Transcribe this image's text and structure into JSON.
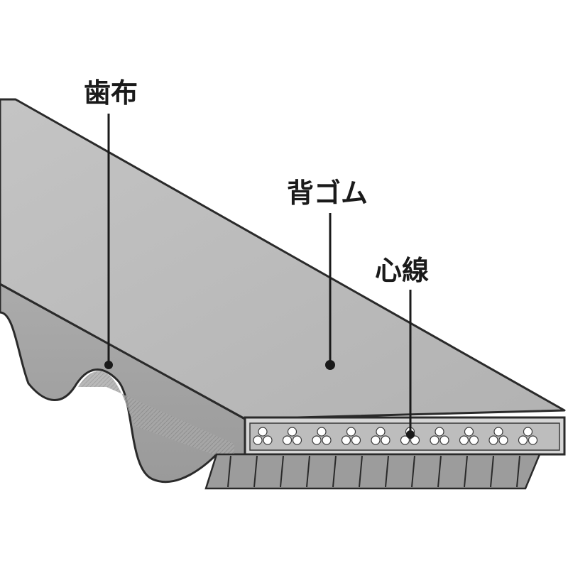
{
  "labels": {
    "tooth_cloth": "歯布",
    "back_rubber": "背ゴム",
    "core_wire": "心線"
  },
  "colors": {
    "belt_top": "#b9b9b9",
    "belt_side": "#a4a4a4",
    "belt_face": "#d6d6d6",
    "outline": "#2a2a2a",
    "core_band": "#bdbdbd",
    "tooth_cut": "#8e8e8e",
    "background": "#ffffff"
  }
}
